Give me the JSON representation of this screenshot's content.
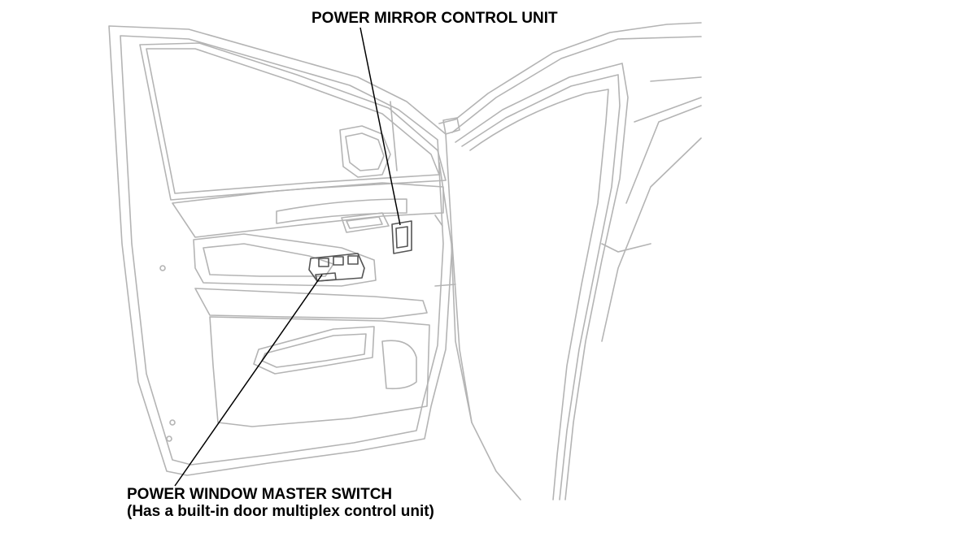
{
  "callouts": {
    "power_mirror_control_unit": "POWER MIRROR CONTROL UNIT",
    "power_window_master_switch": "POWER WINDOW MASTER SWITCH",
    "power_window_master_switch_note": "(Has a built-in door multiplex control unit)"
  },
  "colors": {
    "outline": "#b4b4b4",
    "highlight": "#555555",
    "leader": "#000000",
    "text": "#000000"
  }
}
